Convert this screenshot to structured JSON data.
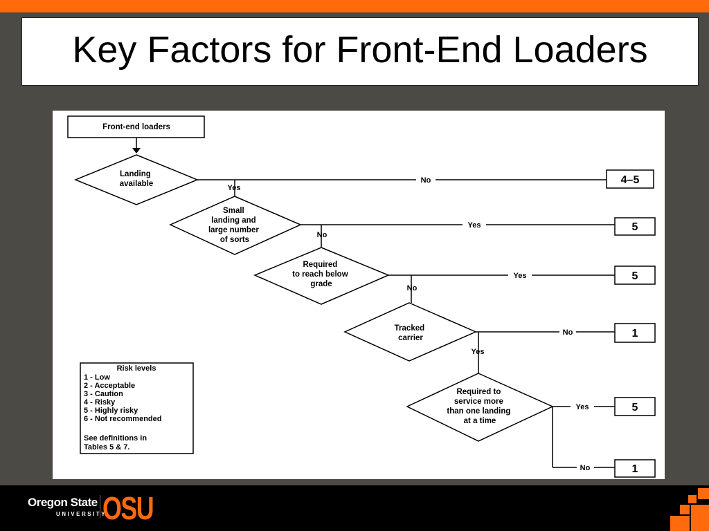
{
  "slide": {
    "title": "Key Factors for Front-End Loaders"
  },
  "flowchart": {
    "start_box": "Front-end loaders",
    "decisions": [
      {
        "id": "d1",
        "lines": [
          "Landing",
          "available"
        ]
      },
      {
        "id": "d2",
        "lines": [
          "Small",
          "landing and",
          "large number",
          "of sorts"
        ]
      },
      {
        "id": "d3",
        "lines": [
          "Required",
          "to reach below",
          "grade"
        ]
      },
      {
        "id": "d4",
        "lines": [
          "Tracked",
          "carrier"
        ]
      },
      {
        "id": "d5",
        "lines": [
          "Required to",
          "service more",
          "than one landing",
          "at a time"
        ]
      }
    ],
    "edge_labels": {
      "d1_no": "No",
      "d1_yes": "Yes",
      "d2_yes": "Yes",
      "d2_no": "No",
      "d3_yes": "Yes",
      "d3_no": "No",
      "d4_no": "No",
      "d4_yes": "Yes",
      "d5_yes": "Yes",
      "d5_no": "No"
    },
    "results": [
      "4–5",
      "5",
      "5",
      "1",
      "5",
      "1"
    ],
    "legend": {
      "title": "Risk levels",
      "items": [
        "1 - Low",
        "2 - Acceptable",
        "3 - Caution",
        "4 - Risky",
        "5 - Highly  risky",
        "6 - Not recommended"
      ],
      "note_lines": [
        "See definitions in",
        "Tables 5 & 7."
      ]
    }
  },
  "footer": {
    "logo_wordmark": "Oregon State",
    "logo_sub": "UNIVERSITY",
    "logo_mark": "OSU"
  },
  "colors": {
    "accent": "#ff6a0d",
    "background": "#4b4a45",
    "footer": "#000000"
  }
}
